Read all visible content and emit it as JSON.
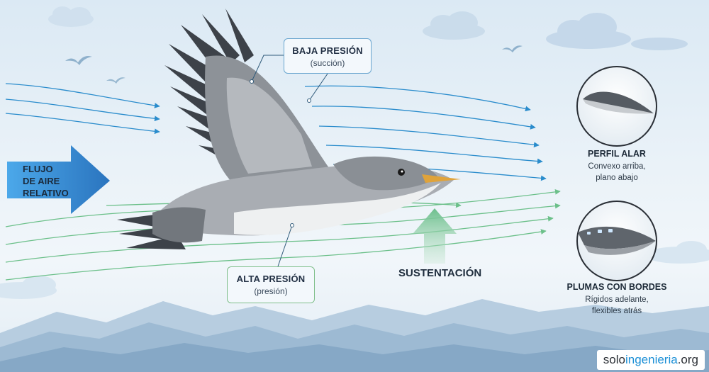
{
  "labels": {
    "low_pressure": {
      "title": "BAJA PRESIÓN",
      "subtitle": "(succión)"
    },
    "high_pressure": {
      "title": "ALTA PRESIÓN",
      "subtitle": "(presión)"
    },
    "flow": {
      "line1": "FLUJO",
      "line2": "DE AIRE",
      "line3": "RELATIVO"
    },
    "lift": "SUSTENTACIÓN"
  },
  "side_panels": [
    {
      "title": "PERFIL ALAR",
      "line1": "Convexo arriba,",
      "line2": "plano abajo"
    },
    {
      "title": "PLUMAS CON BORDES",
      "line1": "Rígidos adelante,",
      "line2": "flexibles atrás"
    }
  ],
  "brand": {
    "prefix": "solo",
    "accent": "ingenieria",
    "suffix": ".org"
  },
  "colors": {
    "airflow_top": "#2a8ccc",
    "airflow_bottom": "#6cc08a",
    "flow_arrow": "#1f7fd0",
    "lift_arrow": "#7fc99a",
    "bird_body": "#a9adb3",
    "bird_belly": "#eef0f1",
    "wing_dark": "#3d4249",
    "beak": "#e0a33a",
    "mountains": "#8fb3cf"
  },
  "icons": [
    "bird-illustration",
    "airfoil-icon",
    "feather-icon",
    "seagull-silhouette",
    "cloud"
  ]
}
